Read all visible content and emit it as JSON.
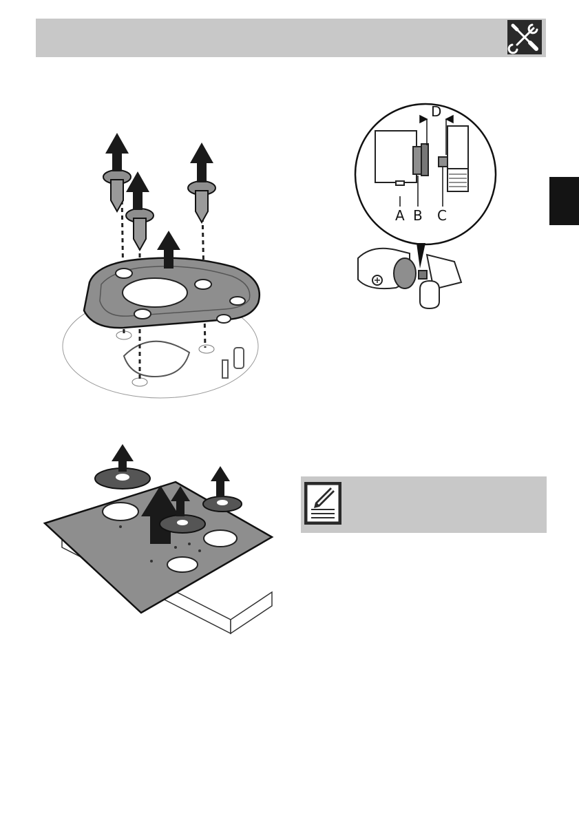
{
  "header": {
    "icon": "wrench-screwdriver-icon"
  },
  "side_tab": {
    "color": "#141414"
  },
  "detail_figure": {
    "labels": {
      "a": "A",
      "b": "B",
      "c": "C",
      "d": "D"
    }
  },
  "note": {
    "icon": "pencil-note-icon"
  },
  "colors": {
    "header_gray": "#c8c8c8",
    "dark": "#2a2a2a",
    "plate_gray": "#8e8e8e"
  }
}
